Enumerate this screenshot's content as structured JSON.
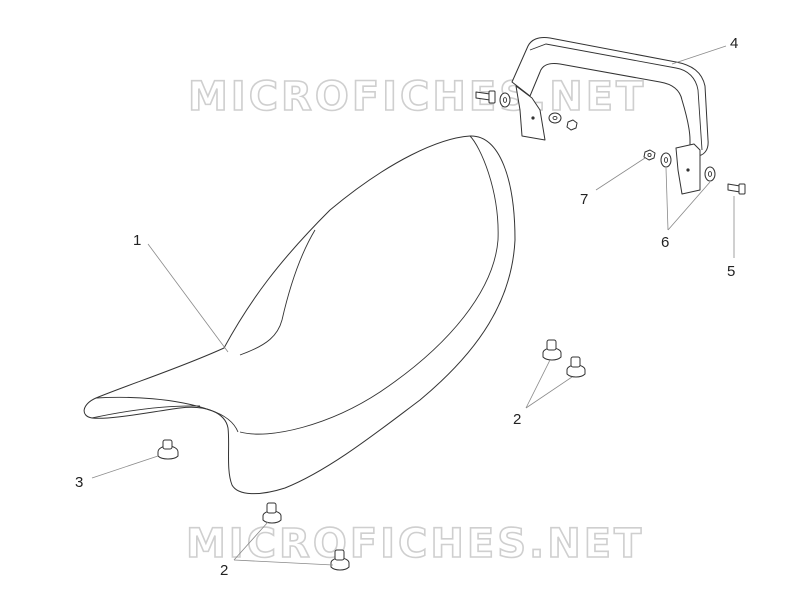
{
  "watermark": {
    "text": "MICROFICHES.NET"
  },
  "callouts": {
    "c1": "1",
    "c2a": "2",
    "c2b": "2",
    "c3": "3",
    "c4": "4",
    "c5": "5",
    "c6": "6",
    "c7": "7"
  }
}
